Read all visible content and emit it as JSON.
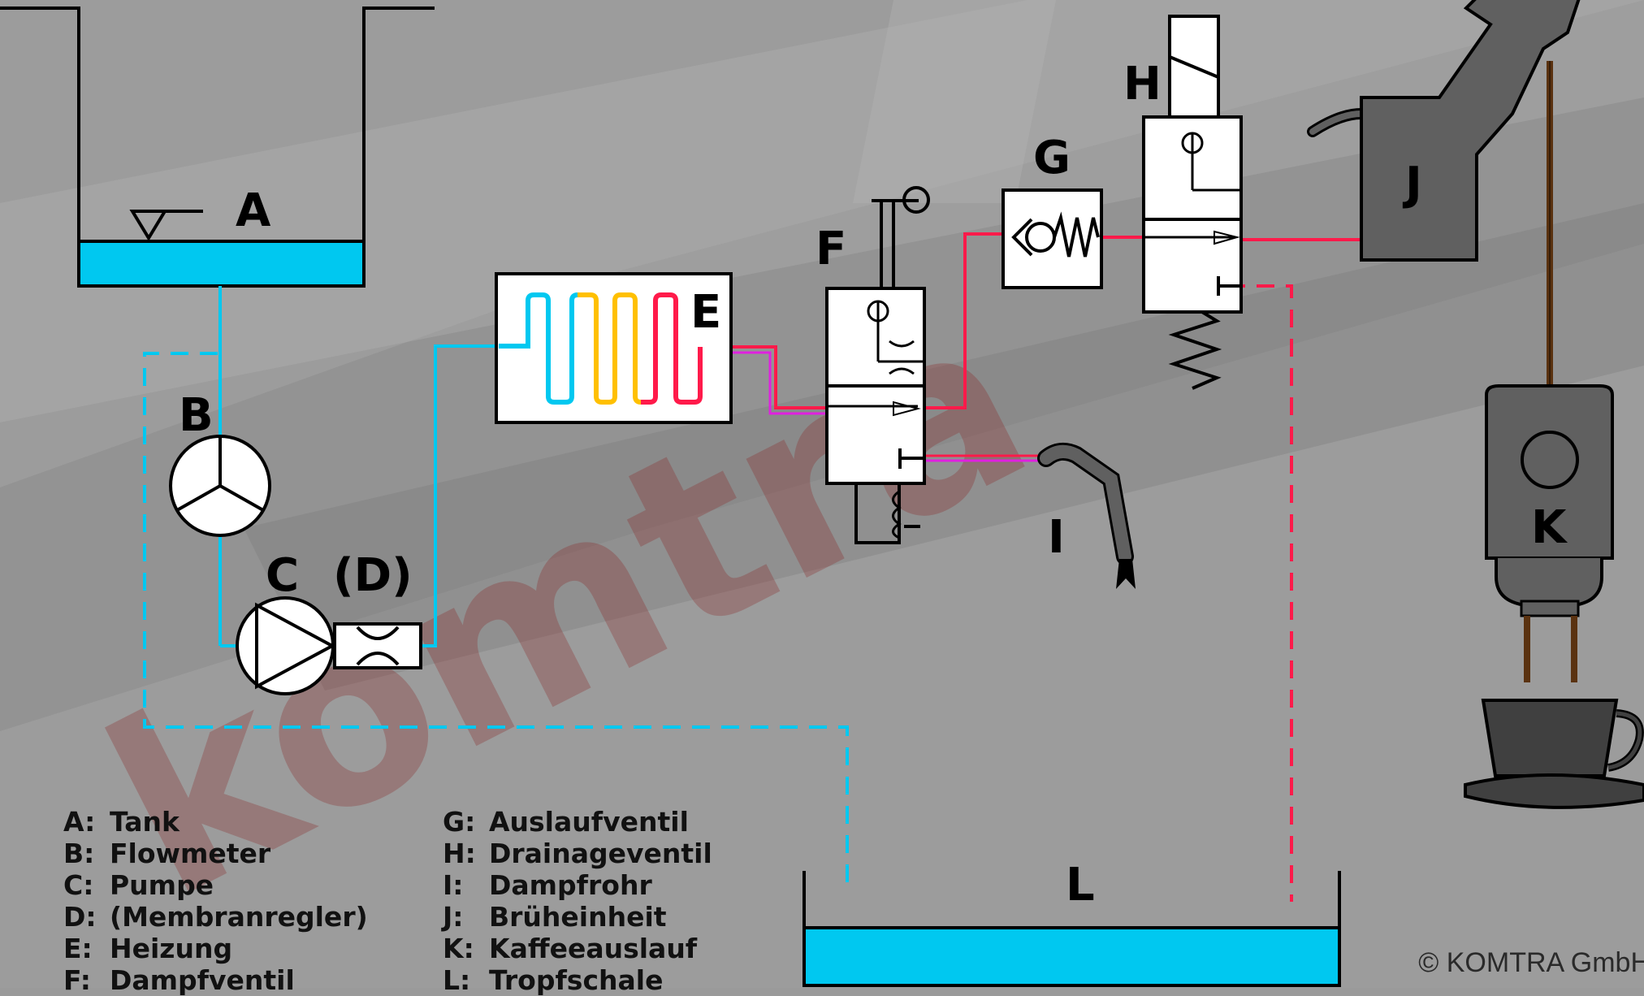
{
  "labels": {
    "A": "A",
    "B": "B",
    "C": "C",
    "D": "(D)",
    "E": "E",
    "F": "F",
    "G": "G",
    "H": "H",
    "I": "I",
    "J": "J",
    "K": "K",
    "L": "L"
  },
  "legend_left": [
    {
      "key": "A:",
      "text": "Tank"
    },
    {
      "key": "B:",
      "text": "Flowmeter"
    },
    {
      "key": "C:",
      "text": "Pumpe"
    },
    {
      "key": "D:",
      "text": "(Membranregler)"
    },
    {
      "key": "E:",
      "text": "Heizung"
    },
    {
      "key": "F:",
      "text": "Dampfventil"
    }
  ],
  "legend_right": [
    {
      "key": "G:",
      "text": "Auslaufventil"
    },
    {
      "key": "H:",
      "text": "Drainageventil"
    },
    {
      "key": "I:",
      "text": "Dampfrohr"
    },
    {
      "key": "J:",
      "text": "Brüheinheit"
    },
    {
      "key": "K:",
      "text": "Kaffeeauslauf"
    },
    {
      "key": "L:",
      "text": "Tropfschale"
    }
  ],
  "watermark": "komtra",
  "copyright": "© KOMTRA GmbH",
  "colors": {
    "water": "#00c8f0",
    "hot": "#ff1a4a",
    "steam": "#e020e0",
    "warm": "#ffc000",
    "coffee": "#5a3210",
    "device_fill": "#ffffff",
    "brew_unit": "#606060"
  }
}
